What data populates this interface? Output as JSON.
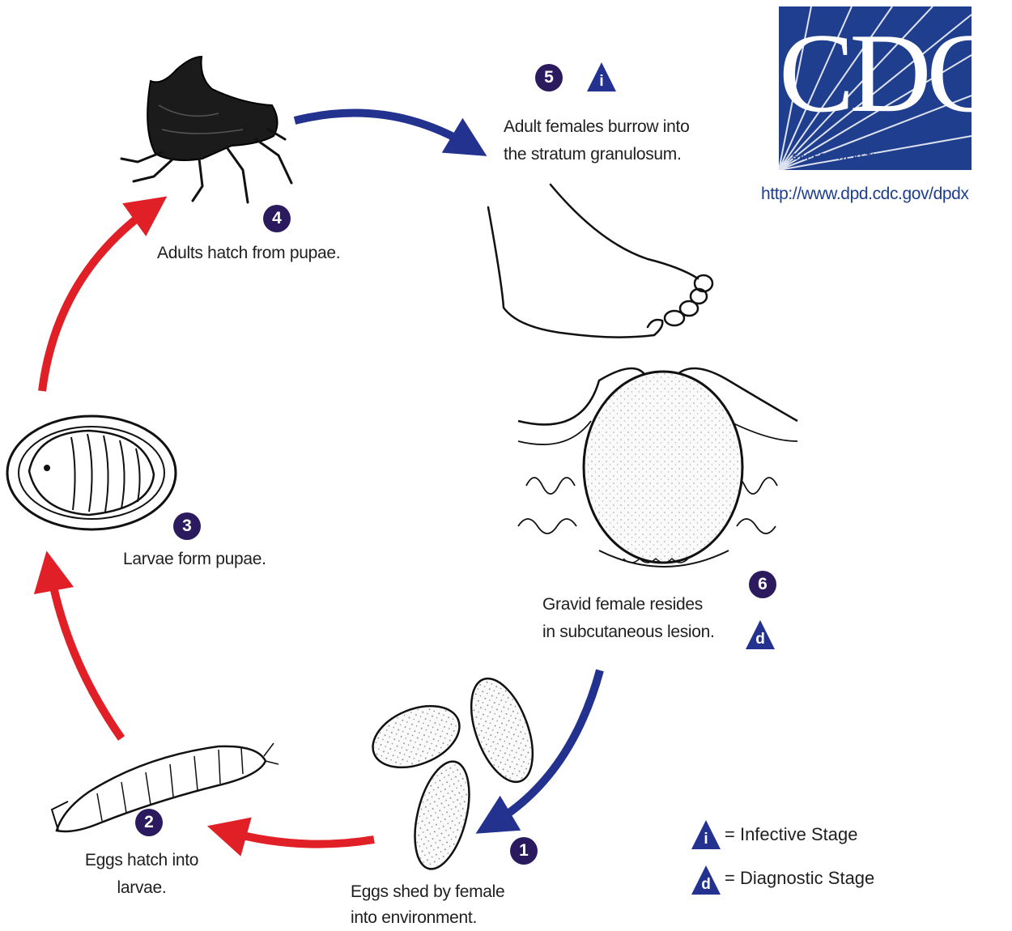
{
  "logo": {
    "wordmark": "CDC",
    "tagline": "SAFER · HEALTHIER · PEOPLE™",
    "url": "http://www.dpd.cdc.gov/dpdx"
  },
  "stages": [
    {
      "number": "1",
      "lines": [
        "Eggs shed by female",
        "into environment."
      ]
    },
    {
      "number": "2",
      "lines": [
        "Eggs hatch into",
        "larvae."
      ]
    },
    {
      "number": "3",
      "lines": [
        "Larvae form pupae."
      ]
    },
    {
      "number": "4",
      "lines": [
        "Adults hatch from pupae."
      ]
    },
    {
      "number": "5",
      "lines": [
        "Adult females burrow into",
        "the stratum granulosum."
      ]
    },
    {
      "number": "6",
      "lines": [
        "Gravid female resides",
        "in subcutaneous lesion."
      ]
    }
  ],
  "stage_markers": {
    "infective": "i",
    "diagnostic": "d"
  },
  "legend": {
    "infective": "= Infective Stage",
    "diagnostic": "= Diagnostic Stage"
  },
  "colors": {
    "environment_arrow": "#e01f26",
    "host_arrow": "#23318f",
    "badge": "#2b1a5e",
    "logo_blue": "#1f3e8e"
  }
}
